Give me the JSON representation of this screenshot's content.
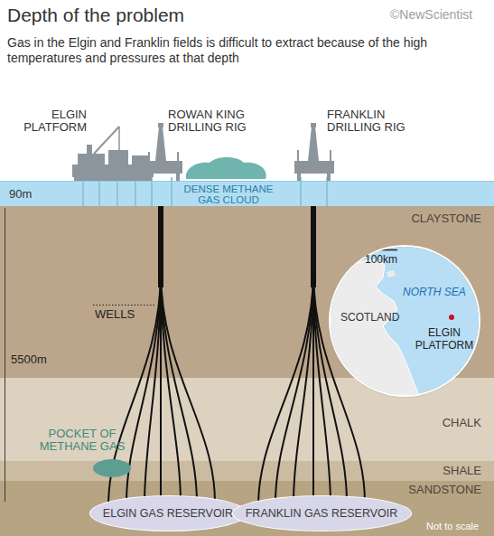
{
  "diagram": {
    "title": "Depth of the problem",
    "caption": "Gas in the Elgin and Franklin fields is difficult to extract because of the high temperatures and pressures at that depth",
    "nodes": [
      {
        "text": [
          "CLAYSTONE"
        ]
      },
      {
        "text": [
          "CHALK"
        ]
      },
      {
        "text": [
          "SHALE"
        ]
      },
      {
        "text": [
          "SANDSTONE"
        ]
      },
      {
        "text": [
          "POCKET OF METHANE GAS"
        ]
      },
      {
        "text": [
          "ELGIN GAS RESERVOIR"
        ]
      },
      {
        "text": [
          "FRANKLIN GAS RESERVOIR"
        ]
      },
      {
        "text": [
          "100km",
          "NORTH SEA",
          "SCOTLAND",
          "ELGIN PLATFORM"
        ]
      }
    ],
    "labels": [
      "ELGIN PLATFORM",
      "ROWAN KING DRILLING RIG",
      "FRANKLIN DRILLING RIG",
      "90m",
      "DENSE METHANE GAS CLOUD",
      "WELLS",
      "5500m",
      "©NewScientist",
      "Not to scale"
    ]
  }
}
